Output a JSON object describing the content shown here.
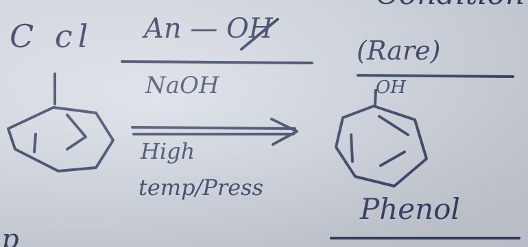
{
  "notes": {
    "reactant_label": "C cl",
    "reagent_top": "An — OH",
    "note_top": "(Rare)",
    "reagent_main": "NaOH",
    "conditions_line1": "High",
    "conditions_line2": "temp/Press",
    "product_substituent": "OH",
    "product_name": "Phenol",
    "cut_off_top_text": "Condition",
    "margin_letter": "p"
  },
  "colors": {
    "paper": "#d6dbe3",
    "ink": "#343f63"
  }
}
